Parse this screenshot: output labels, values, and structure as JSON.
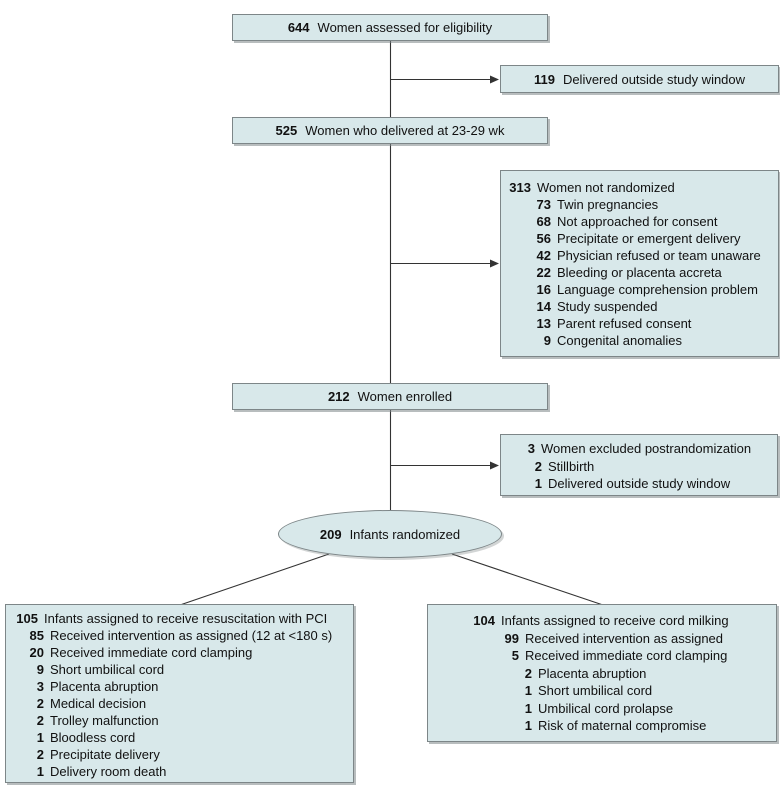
{
  "figure": {
    "kind": "CONSORT participant flow diagram"
  },
  "colors": {
    "box_fill": "#d8e8ea",
    "box_border": "#7d8688",
    "connector": "#333333",
    "text": "#111111"
  },
  "nodes": {
    "eligibility": {
      "num": "644",
      "label": "Women assessed for eligibility"
    },
    "outside_window": {
      "num": "119",
      "label": "Delivered outside study window"
    },
    "delivered": {
      "num": "525",
      "label": "Women who delivered at 23-29 wk"
    },
    "enrolled": {
      "num": "212",
      "label": "Women enrolled"
    },
    "randomized": {
      "num": "209",
      "label": "Infants randomized"
    },
    "not_randomized": {
      "lines": [
        {
          "num": "313",
          "label": "Women not randomized",
          "level": 1
        },
        {
          "num": "73",
          "label": "Twin pregnancies",
          "level": 2
        },
        {
          "num": "68",
          "label": "Not approached for consent",
          "level": 2
        },
        {
          "num": "56",
          "label": "Precipitate or emergent delivery",
          "level": 2
        },
        {
          "num": "42",
          "label": "Physician refused or team unaware",
          "level": 2
        },
        {
          "num": "22",
          "label": "Bleeding or placenta accreta",
          "level": 2
        },
        {
          "num": "16",
          "label": "Language comprehension problem",
          "level": 2
        },
        {
          "num": "14",
          "label": "Study suspended",
          "level": 2
        },
        {
          "num": "13",
          "label": "Parent refused consent",
          "level": 2
        },
        {
          "num": "9",
          "label": "Congenital anomalies",
          "level": 2
        }
      ]
    },
    "excluded": {
      "lines": [
        {
          "num": "3",
          "label": "Women excluded postrandomization",
          "level": 1
        },
        {
          "num": "2",
          "label": "Stillbirth",
          "level": 2
        },
        {
          "num": "1",
          "label": "Delivered outside study window",
          "level": 2
        }
      ]
    },
    "pci_arm": {
      "lines": [
        {
          "num": "105",
          "label": "Infants assigned to receive resuscitation with PCI",
          "level": 1
        },
        {
          "num": "85",
          "label": "Received intervention as assigned (12 at <180 s)",
          "level": 2
        },
        {
          "num": "20",
          "label": "Received immediate cord clamping",
          "level": 2
        },
        {
          "num": "9",
          "label": "Short umbilical cord",
          "level": 3
        },
        {
          "num": "3",
          "label": "Placenta abruption",
          "level": 3
        },
        {
          "num": "2",
          "label": "Medical decision",
          "level": 3
        },
        {
          "num": "2",
          "label": "Trolley malfunction",
          "level": 3
        },
        {
          "num": "1",
          "label": "Bloodless cord",
          "level": 3
        },
        {
          "num": "2",
          "label": "Precipitate delivery",
          "level": 3
        },
        {
          "num": "1",
          "label": "Delivery room death",
          "level": 3
        }
      ]
    },
    "milking_arm": {
      "lines": [
        {
          "num": "104",
          "label": "Infants assigned to receive cord milking",
          "level": 1
        },
        {
          "num": "99",
          "label": "Received intervention as assigned",
          "level": 2
        },
        {
          "num": "5",
          "label": "Received immediate cord clamping",
          "level": 2
        },
        {
          "num": "2",
          "label": "Placenta abruption",
          "level": 3
        },
        {
          "num": "1",
          "label": "Short umbilical cord",
          "level": 3
        },
        {
          "num": "1",
          "label": "Umbilical cord prolapse",
          "level": 3
        },
        {
          "num": "1",
          "label": "Risk of maternal compromise",
          "level": 3
        }
      ]
    }
  }
}
